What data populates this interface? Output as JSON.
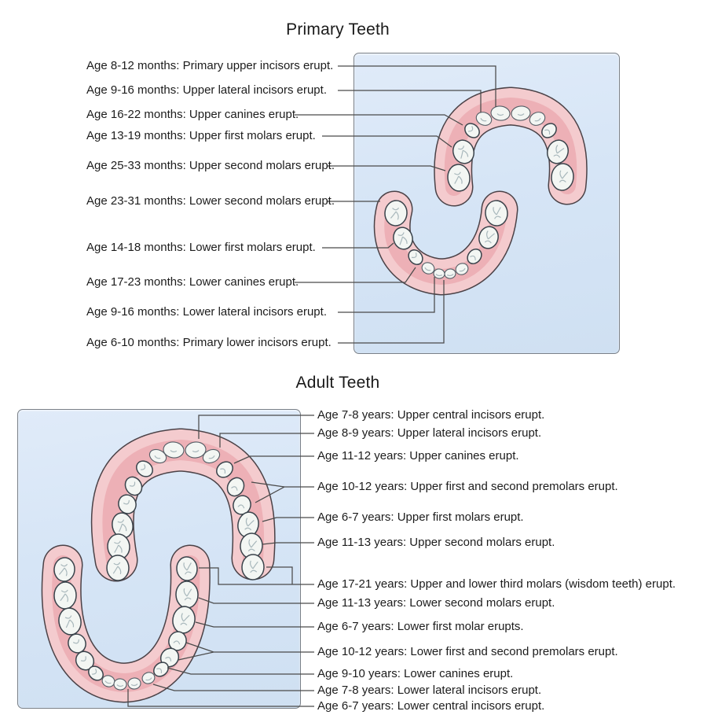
{
  "primary": {
    "title": "Primary Teeth",
    "labels": [
      "Age 8-12 months: Primary upper incisors erupt.",
      "Age 9-16 months: Upper lateral incisors erupt.",
      "Age 16-22 months: Upper canines erupt.",
      "Age 13-19 months: Upper first molars erupt.",
      "Age 25-33 months: Upper second molars erupt.",
      "Age 23-31 months: Lower second molars erupt.",
      "Age 14-18 months: Lower first molars erupt.",
      "Age 17-23 months: Lower canines erupt.",
      "Age 9-16 months: Lower lateral incisors erupt.",
      "Age 6-10 months: Primary lower incisors erupt."
    ]
  },
  "adult": {
    "title": "Adult Teeth",
    "labels": [
      "Age 7-8 years: Upper central incisors erupt.",
      "Age 8-9 years: Upper lateral incisors erupt.",
      "Age 11-12 years: Upper canines erupt.",
      "Age 10-12 years: Upper first and second premolars erupt.",
      "Age 6-7 years: Upper first molars erupt.",
      "Age 11-13 years: Upper second molars erupt.",
      "Age 17-21 years: Upper and lower third molars (wisdom teeth) erupt.",
      "Age 11-13 years: Lower second molars erupt.",
      "Age 6-7 years: Lower first molar erupts.",
      "Age 10-12 years: Lower first and second premolars erupt.",
      "Age 9-10 years: Lower canines erupt.",
      "Age 7-8 years: Lower lateral incisors erupt.",
      "Age 6-7 years: Lower central incisors erupt."
    ]
  },
  "colors": {
    "panel_fill_top": "#e0ebf9",
    "panel_fill_bottom": "#cfe0f2",
    "panel_border": "#7a8088",
    "gum_pink": "#f4cbce",
    "gum_shade": "#edb0b6",
    "gum_outline": "#4b4247",
    "tooth_fill": "#f3f6f3",
    "tooth_outline": "#3a434b",
    "leader_line": "#4a4a4a",
    "text": "#1c1c1c"
  }
}
